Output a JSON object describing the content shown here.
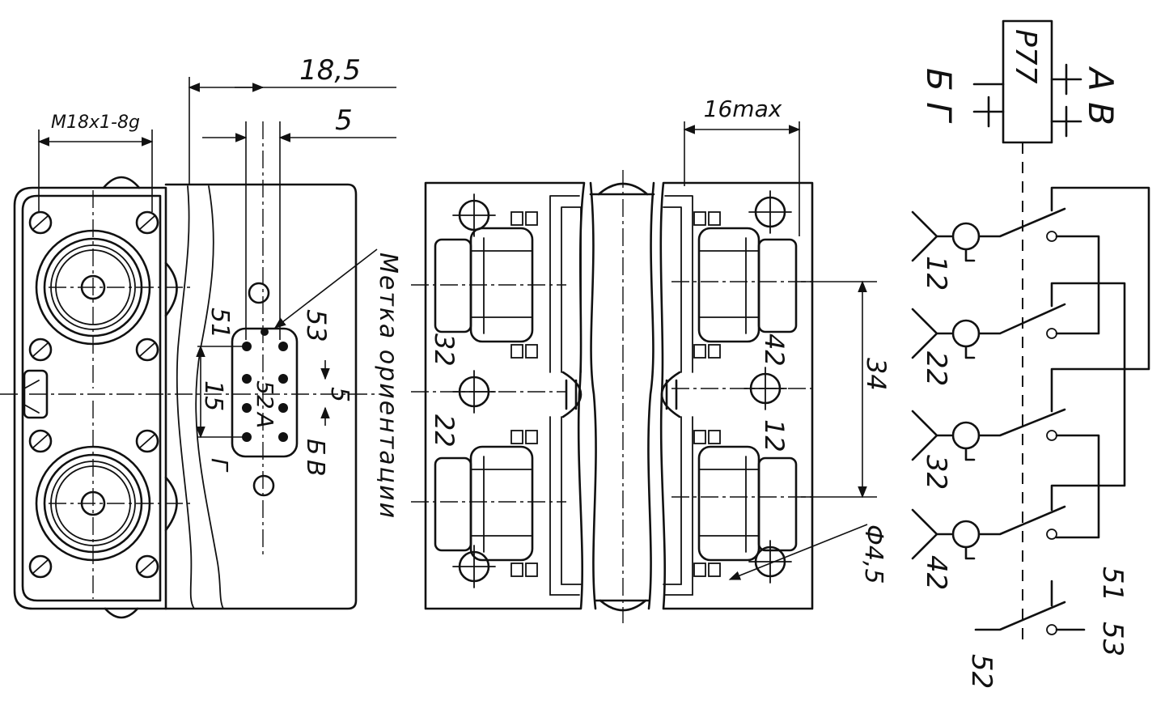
{
  "dimensions": {
    "thread": "M18x1-8g",
    "d_18_5": "18,5",
    "d_5_top": "5",
    "d_16max": "16max",
    "d_34": "34",
    "d_15": "15",
    "d_5_side": "5",
    "d_hole": "Ф4,5"
  },
  "note": {
    "orientation_mark": "Метка ориентации"
  },
  "connector_pins": {
    "p51": "51",
    "p53": "53",
    "p52": "52",
    "pA": "A",
    "pB": "Б",
    "pV": "В",
    "pG": "Г"
  },
  "middle_view": {
    "left_top": "32",
    "left_bottom": "22",
    "right_top": "42",
    "right_bottom": "12"
  },
  "schematic": {
    "relay_label": "Р77",
    "terminals_right": "А В",
    "terminals_left": "Б Г",
    "contact_labels": [
      "12",
      "22",
      "32",
      "42"
    ],
    "aux_top": "51",
    "aux_right": "53",
    "aux_bottom": "52"
  }
}
